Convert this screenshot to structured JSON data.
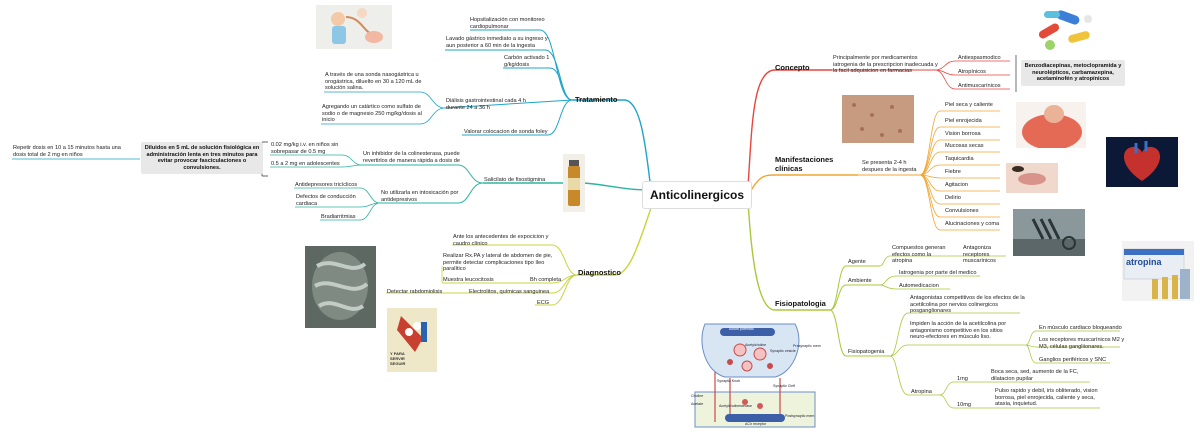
{
  "center": "Anticolinergicos",
  "tratamiento": {
    "title": "Tratamiento",
    "hospitalizacion": "Hopsitalización con monitoreo cardiopulmonar",
    "lavado": "Lavado gástrico inmediato a su ingreso y aun posterior a 60 min de la ingesta",
    "carbon": "Carbón activado 1 g/kg/dosis",
    "sonda": "A través de una sonda nasogástrica u orogástrica, diluelto en 30 a 120 mL de solución salina.",
    "cataratico": "Agregando un catártico como sulfato de sodio o de magnesio 250 mg/kg/dosis al inicio",
    "dialisis": "Diálisis gastrointestinal cada 4 h durante 24 a 36 h",
    "valorar": "Valorar colocacion de sonda foley",
    "salicilato": "Salicilato de fisostigmina",
    "inhibidor": "Un inhibidor de la colinesterasa, puede revertirlos de manera rápida a dosis de",
    "dosis1": "0.02 mg/kg i.v. en niños sin sobrepasar de 0.5 mg",
    "dosis2": "0.5 a 2 mg en adolescentes",
    "diluidos": "Diluidos en 5 mL de solución fisiológica en administración lenta en tres minutos para evitar provocar fasciculaciones o convulsiones.",
    "repetir": "Repetir dosis en 10 a 15 minutos hasta una dosis total de 2 mg en niños",
    "no_utilizarla": "No utilizarla en intoxicación por antidepresivos",
    "antidepresores": "Antidepresores tricíclicos",
    "defectos": "Defectos de conducción cardiaca",
    "bradiarritmias": "Bradiarritmias"
  },
  "diagnostico": {
    "title": "Diagnostico",
    "antecedentes": "Ante los antecedentes de expocicion y caudro clínico",
    "rx": "Realizar Rx.PA y lateral de abdomen de pie, permite detectar complicaciones tipo íleo paralítico",
    "leucocitosis": "Muestra leucocitosis",
    "bh": "Bh completa",
    "rabdomiolisis": "Detectar rabdomiolisis",
    "electrolitos": "Electrolitos, químicas sanguinea",
    "ecg": "ECG",
    "poster_text": "Y PARA SERVIR SEGUIR"
  },
  "concepto": {
    "title": "Concepto",
    "principalmente": "Principalmente por medicamentos iatrogenia de la prescripcion inadecuada y la facil adquisicion en farmacias",
    "items": [
      "Antiespasmodico",
      "Atropínicos",
      "Antimuscarínicos"
    ],
    "ejemplos": "Benzodiacepinas, metoclopramida y neurolépticos, carbamazepina, acetaminofén y atropínicos"
  },
  "manifestaciones": {
    "title": "Manifestaciones clínicas",
    "presenta": "Se presenta 2-4 h despues de la ingesta",
    "items": [
      "Piel seca y caliente",
      "Piel enrojecida",
      "Vision borrosa",
      "Mucosas secas",
      "Taquicardia",
      "Fiebre",
      "Agitacion",
      "Delirio",
      "Convulsiones",
      "Alucinaciones y coma"
    ]
  },
  "fisiopatologia": {
    "title": "Fisiopatologia",
    "agente": "Agente",
    "compuestos": "Compuestos generan efectos como la atropina",
    "antagoniza": "Antagoniza receptores muscarínicos",
    "ambiente": "Ambiente",
    "iatrogenia": "Iatrogenia por parte del medico",
    "automedicacion": "Automedicacion",
    "fisiopatogenia": "Fisiopatogenia",
    "antagonistas": "Antagonistas competitivos de los efectos de la acetilcolina por nervios colinergicos posganglionares",
    "impiden": "Impiden la acción de la acetilcolina por antagonismo competitivo en los sitios neuro-efectores en músculo liso.",
    "musculo": "En músculo cardiaco bloqueando",
    "receptores": "Los receptores muscarínicos M2 y M3, células gangliionares.",
    "ganglios": "Ganglios periféricos y SNC",
    "atropina": "Atropina",
    "dose1": "1mg",
    "dose1_effect": "Boca seca, sed, aumento de la FC, dilatacion pupilar",
    "dose2": "10mg",
    "dose2_effect": "Pulso rapido y debil, iris obliterado, vision borrosa, piel enrojecida, caliente y seca, ataxia, inquietud.",
    "diagram_labels": [
      "Action potential",
      "Acetylcholine",
      "Synaptic vesicle",
      "Presynaptic mem",
      "Synaptic Knob",
      "Synaptic Cleft",
      "Choline",
      "Acetate",
      "Acetylcholinesterase",
      "ACh receptor",
      "Postsynaptic mem"
    ],
    "vial_label": "atropina"
  },
  "colors": {
    "concepto": "#e8453c",
    "manifestaciones": "#f2a530",
    "fisiopatologia": "#a8c83a",
    "diagnostico": "#c9d43c",
    "tratamiento": "#1ea4c9",
    "fisostigmina": "#2bb5a0"
  }
}
